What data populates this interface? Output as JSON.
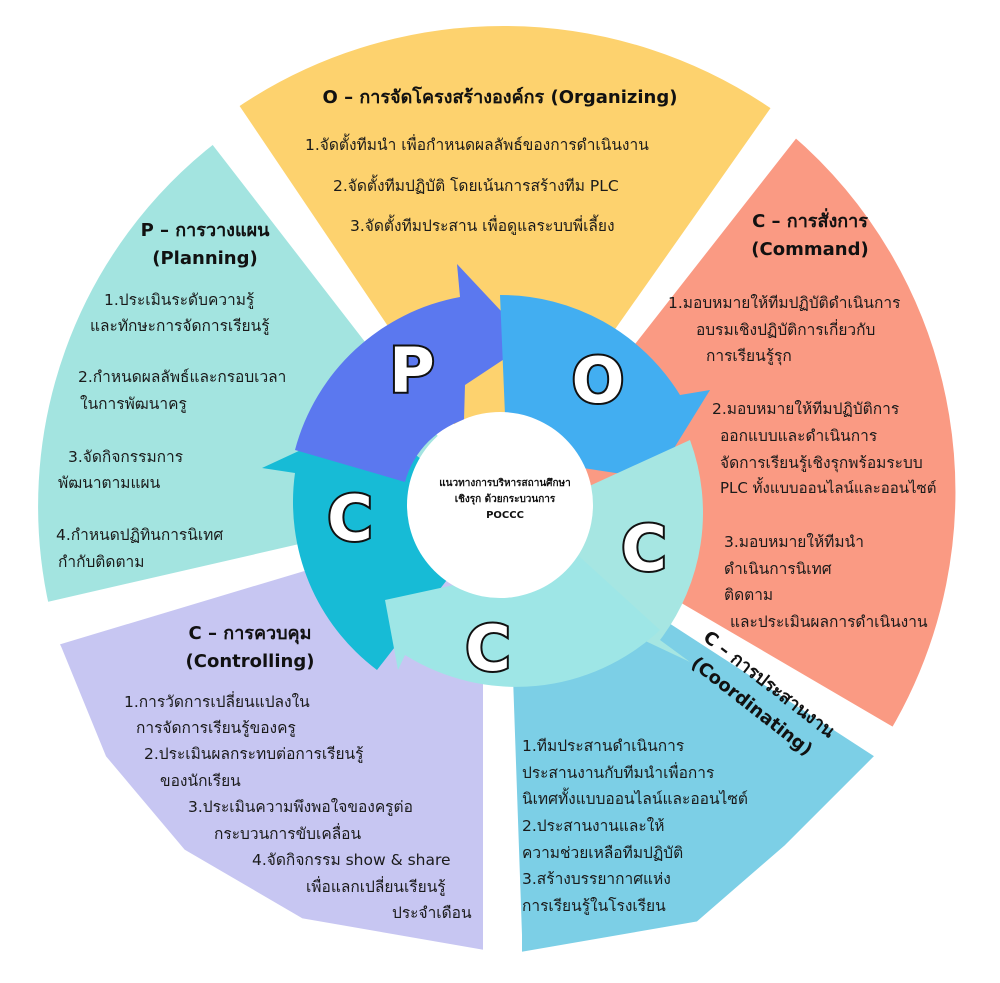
{
  "center": {
    "line1": "แนวทางการบริหารสถานศึกษา",
    "line2": "เชิงรุก ด้วยกระบวนการ",
    "line3": "POCCC"
  },
  "letters": {
    "p": "P",
    "o": "O",
    "c1": "C",
    "c2": "C",
    "c3": "C"
  },
  "colors": {
    "planning": "#a3e4e0",
    "organizing": "#fdd26e",
    "command": "#fa9a83",
    "coordinating": "#7ccfe6",
    "controlling": "#c7c6f2",
    "arrow_p": "#5b78ef",
    "arrow_o": "#42aef1",
    "arrow_c_command": "#a6e6e2",
    "arrow_c_coordinating": "#9ee6e6",
    "arrow_c_controlling": "#17bbd6"
  },
  "sections": {
    "organizing": {
      "title": "O – การจัดโครงสร้างองค์กร (Organizing)",
      "items": [
        "1.จัดตั้งทีมนำ เพื่อกำหนดผลลัพธ์ของการดำเนินงาน",
        "2.จัดตั้งทีมปฏิบัติ โดยเน้นการสร้างทีม PLC",
        "3.จัดตั้งทีมประสาน เพื่อดูแลระบบพี่เลี้ยง"
      ]
    },
    "planning": {
      "title_line1": "P – การวางแผน",
      "title_line2": "(Planning)",
      "items": [
        "1.ประเมินระดับความรู้",
        "และทักษะการจัดการเรียนรู้",
        "2.กำหนดผลลัพธ์และกรอบเวลา",
        "ในการพัฒนาครู",
        "3.จัดกิจกรรมการ",
        "พัฒนาตามแผน",
        "4.กำหนดปฏิทินการนิเทศ",
        "กำกับติดตาม"
      ]
    },
    "command": {
      "title_line1": "C – การสั่งการ",
      "title_line2": "(Command)",
      "items": [
        "1.มอบหมายให้ทีมปฏิบัติดำเนินการ",
        "อบรมเชิงปฏิบัติการเกี่ยวกับ",
        "การเรียนรู้รุก",
        "2.มอบหมายให้ทีมปฏิบัติการ",
        "ออกแบบและดำเนินการ",
        "จัดการเรียนรู้เชิงรุกพร้อมระบบ",
        "PLC ทั้งแบบออนไลน์และออนไซต์",
        "3.มอบหมายให้ทีมนำ",
        "ดำเนินการนิเทศ",
        "ติดตาม",
        "และประเมินผลการดำเนินงาน"
      ]
    },
    "coordinating": {
      "title_line1": "C – การประสานงาน",
      "title_line2": "(Coordinating)",
      "items": [
        "1.ทีมประสานดำเนินการ",
        "ประสานงานกับทีมนำเพื่อการ",
        "นิเทศทั้งแบบออนไลน์และออนไซต์",
        "2.ประสานงานและให้",
        "ความช่วยเหลือทีมปฏิบัติ",
        "3.สร้างบรรยากาศแห่ง",
        "การเรียนรู้ในโรงเรียน"
      ]
    },
    "controlling": {
      "title_line1": "C – การควบคุม",
      "title_line2": "(Controlling)",
      "items": [
        "1.การวัดการเปลี่ยนแปลงใน",
        "การจัดการเรียนรู้ของครู",
        "2.ประเมินผลกระทบต่อการเรียนรู้",
        "ของนักเรียน",
        "3.ประเมินความพึงพอใจของครูต่อ",
        "กระบวนการขับเคลื่อน",
        "4.จัดกิจกรรม show & share",
        "เพื่อแลกเปลี่ยนเรียนรู้",
        "ประจำเดือน"
      ]
    }
  }
}
